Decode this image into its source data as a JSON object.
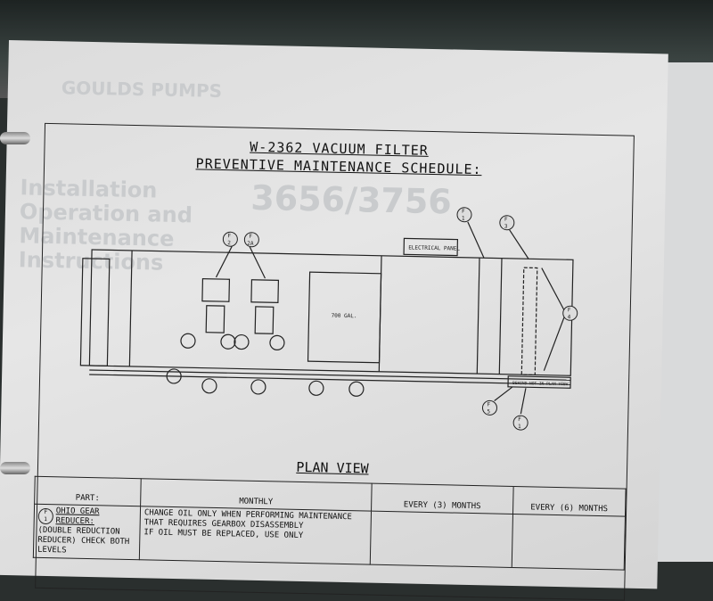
{
  "background_print": {
    "brand": "GOULDS PUMPS",
    "doc_title": [
      "Installation",
      "Operation and",
      "Maintenance",
      "Instructions"
    ],
    "model": "3656/3756"
  },
  "header": {
    "title": "W-2362 VACUUM FILTER",
    "subtitle": "PREVENTIVE MAINTENANCE SCHEDULE:"
  },
  "drawing": {
    "electrical_panel": "ELECTRICAL PANEL",
    "tank_label": "700 GAL.",
    "note": "BEHIND NOT IN PLAN VIEW",
    "callouts": [
      {
        "letter": "F",
        "num": "2"
      },
      {
        "letter": "F",
        "num": "2A"
      },
      {
        "letter": "F",
        "num": "1"
      },
      {
        "letter": "F",
        "num": "3"
      },
      {
        "letter": "F",
        "num": "4"
      },
      {
        "letter": "F",
        "num": "5"
      },
      {
        "letter": "F",
        "num": "1"
      }
    ],
    "view_label": "PLAN VIEW"
  },
  "table": {
    "headers": [
      "PART:",
      "MONTHLY",
      "EVERY (3) MONTHS",
      "EVERY (6) MONTHS"
    ],
    "rows": [
      {
        "callout": {
          "letter": "F",
          "num": "1"
        },
        "part": "OHIO GEAR REDUCER:",
        "part_note": "(DOUBLE REDUCTION REDUCER) CHECK BOTH LEVELS",
        "monthly": "CHANGE OIL ONLY WHEN PERFORMING MAINTENANCE THAT REQUIRES GEARBOX DISASSEMBLY",
        "monthly_2": "IF OIL MUST BE REPLACED, USE ONLY",
        "three_months": "",
        "six_months": ""
      }
    ]
  }
}
